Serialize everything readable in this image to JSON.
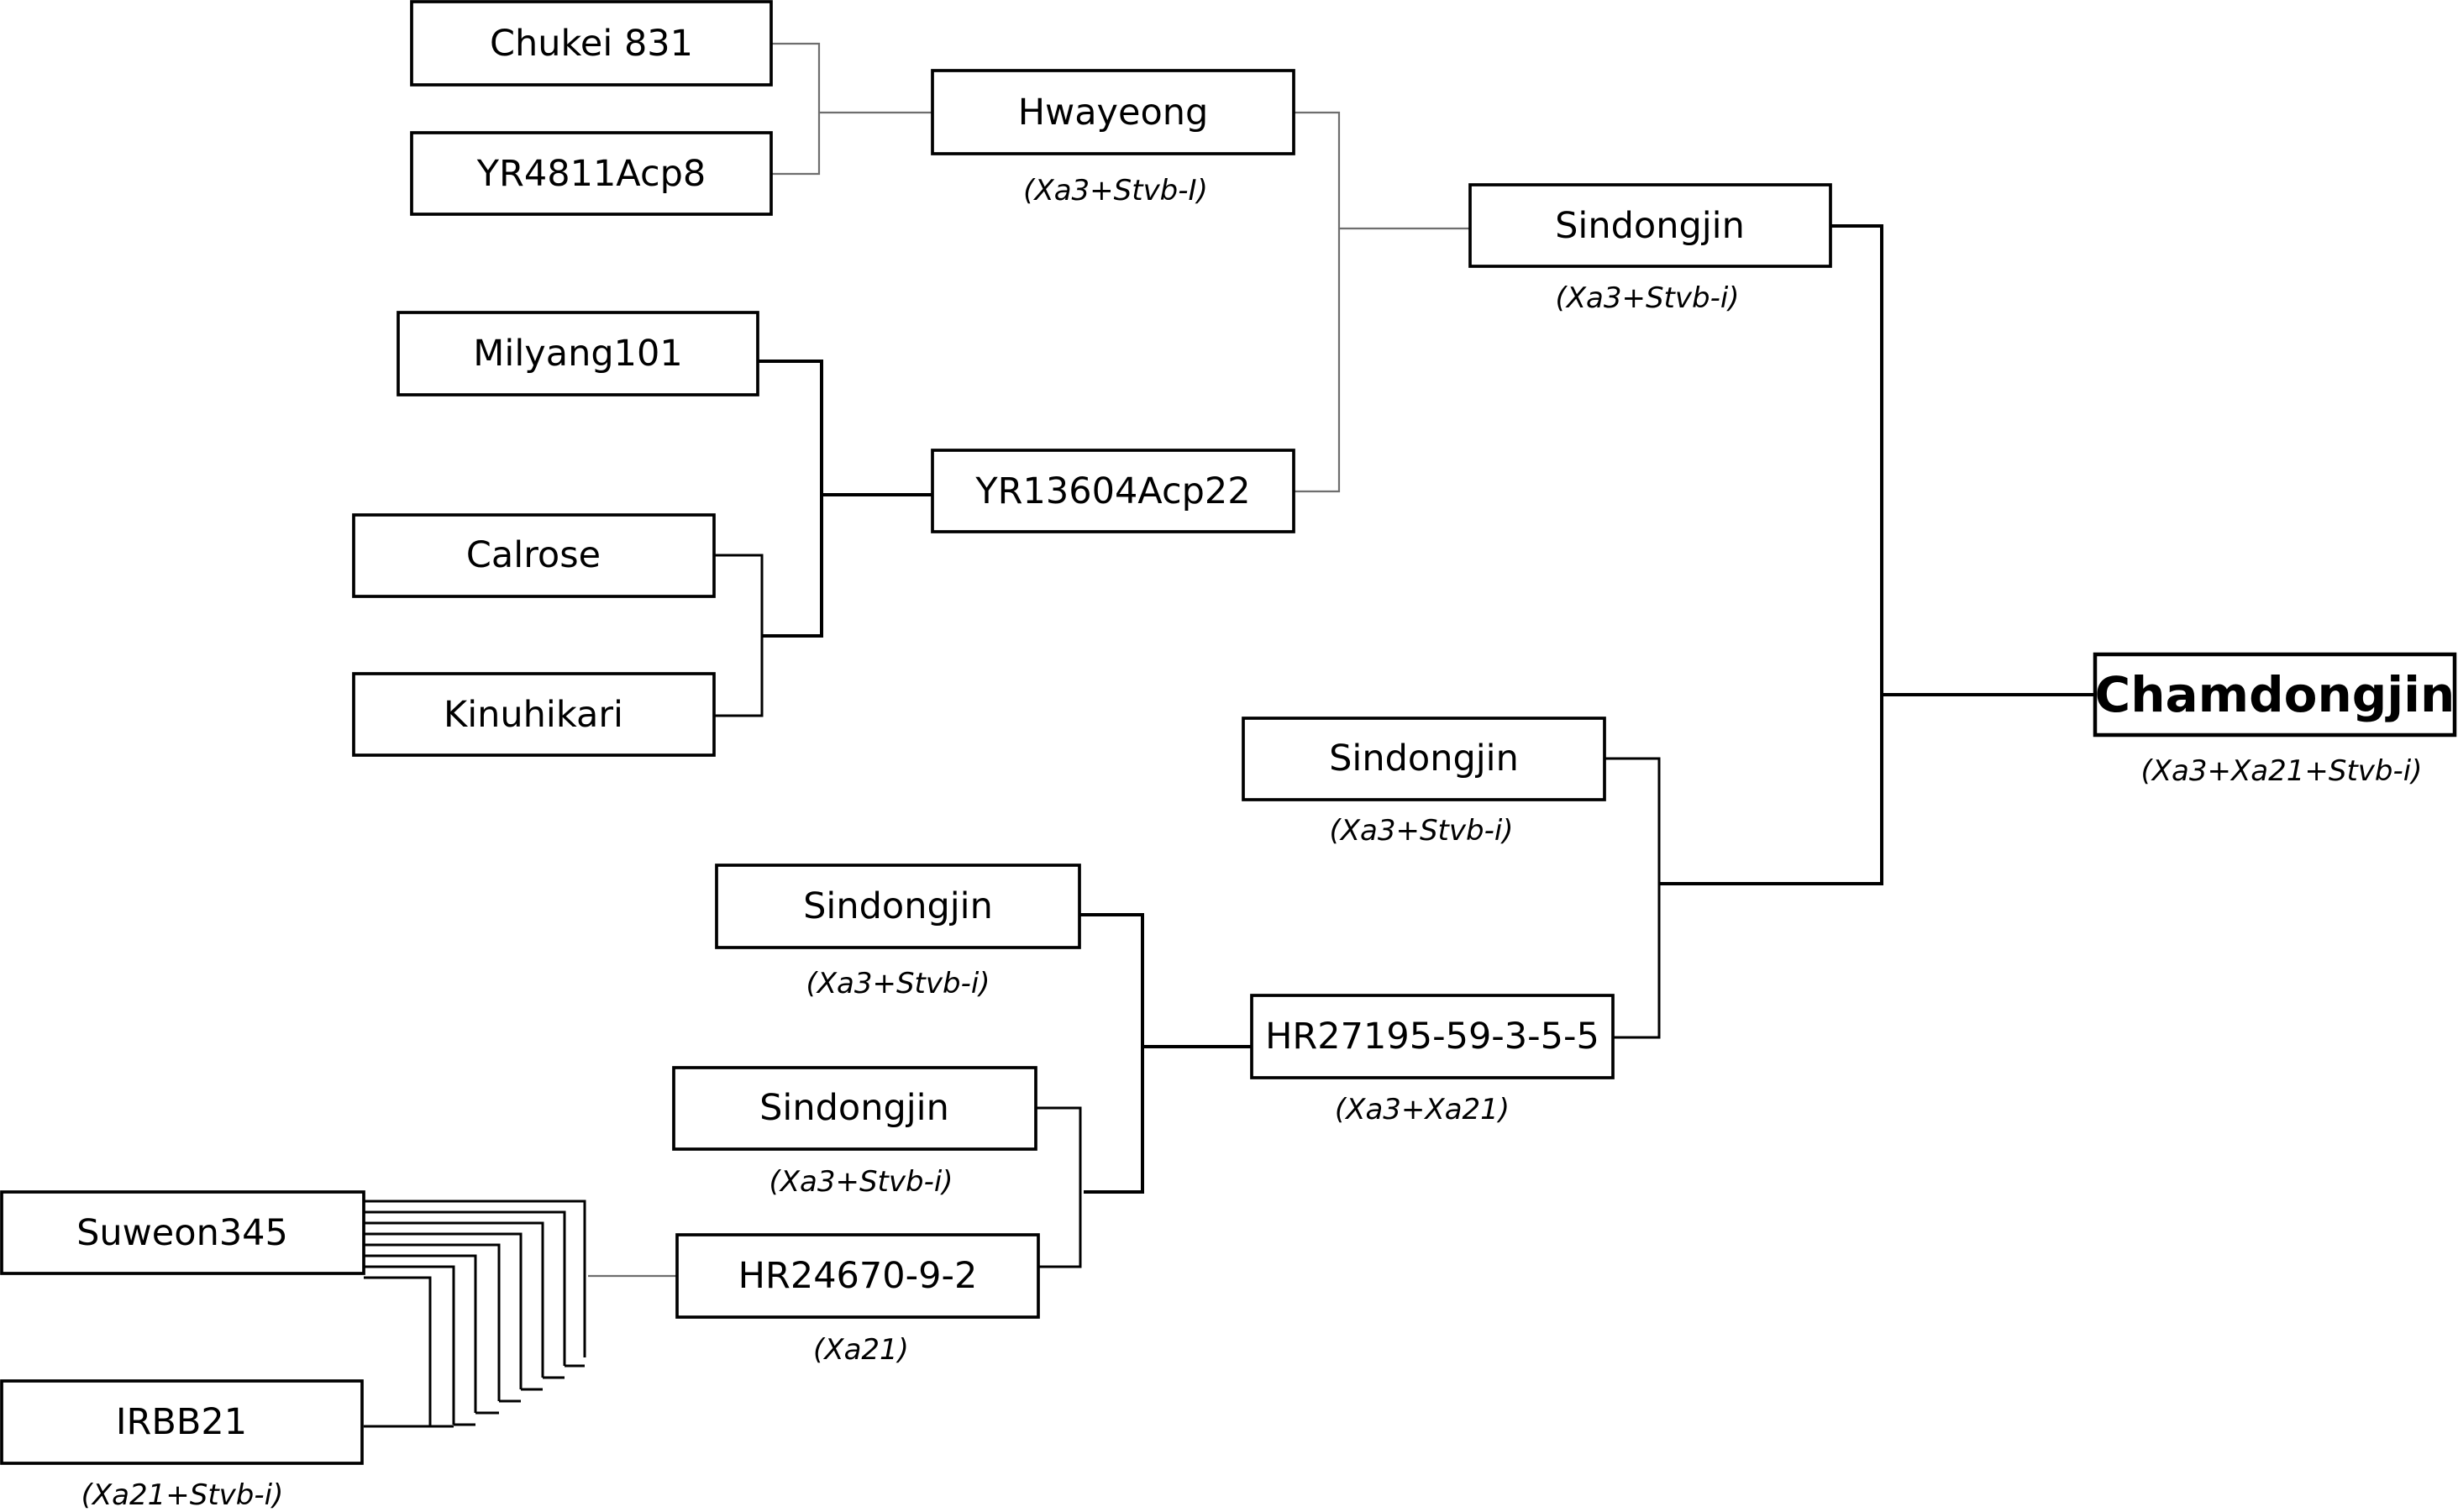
{
  "nodes": {
    "chukei831": {
      "label": "Chukei 831"
    },
    "yr4811acp8": {
      "label": "YR4811Acp8"
    },
    "hwayeong": {
      "label": "Hwayeong",
      "genes": "(Xa3+Stvb-I)"
    },
    "milyang101": {
      "label": "Milyang101"
    },
    "calrose": {
      "label": "Calrose"
    },
    "kinuhikari": {
      "label": "Kinuhikari"
    },
    "yr13604acp22": {
      "label": "YR13604Acp22"
    },
    "sindongjin_top": {
      "label": "Sindongjin",
      "genes": "(Xa3+Stvb-i)"
    },
    "chamdongjin": {
      "label": "Chamdongjin",
      "genes": "(Xa3+Xa21+Stvb-i)"
    },
    "sindongjin_mid": {
      "label": "Sindongjin",
      "genes": "(Xa3+Stvb-i)"
    },
    "sindongjin_a": {
      "label": "Sindongjin",
      "genes": "(Xa3+Stvb-i)"
    },
    "hr27195": {
      "label": "HR27195-59-3-5-5",
      "genes": "(Xa3+Xa21)"
    },
    "sindongjin_b": {
      "label": "Sindongjin",
      "genes": "(Xa3+Stvb-i)"
    },
    "suweon345": {
      "label": "Suweon345"
    },
    "hr24670": {
      "label": "HR24670-9-2",
      "genes": "(Xa21)"
    },
    "irbb21": {
      "label": "IRBB21",
      "genes": "(Xa21+Stvb-i)"
    }
  }
}
